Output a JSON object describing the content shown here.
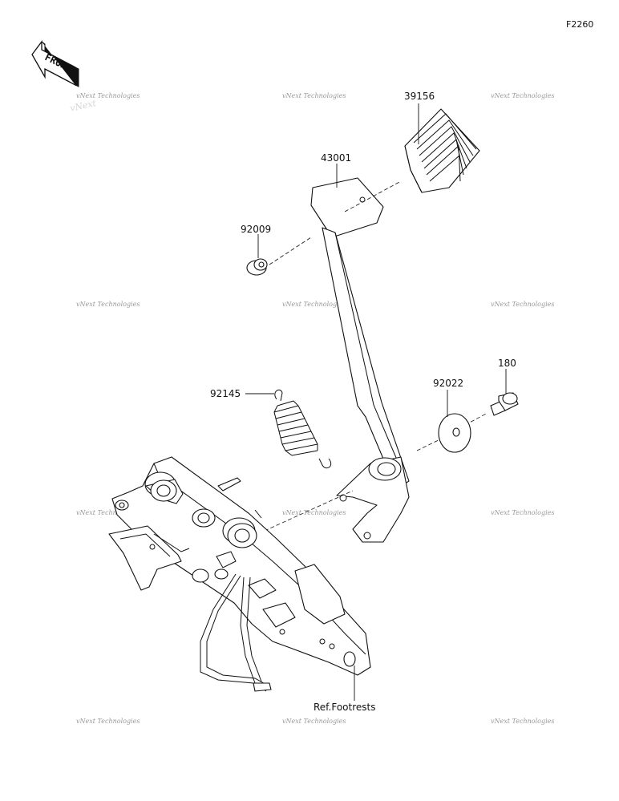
{
  "figure_code": "F2260",
  "front_label": "FRONT",
  "watermark": "vNext Technologies",
  "parts": [
    {
      "id": "pad",
      "number": "39156"
    },
    {
      "id": "pedal-plate",
      "number": "43001"
    },
    {
      "id": "nut",
      "number": "92009"
    },
    {
      "id": "spring",
      "number": "92145"
    },
    {
      "id": "washer",
      "number": "92022"
    },
    {
      "id": "bolt",
      "number": "180"
    }
  ],
  "reference_label": "Ref.Footrests"
}
